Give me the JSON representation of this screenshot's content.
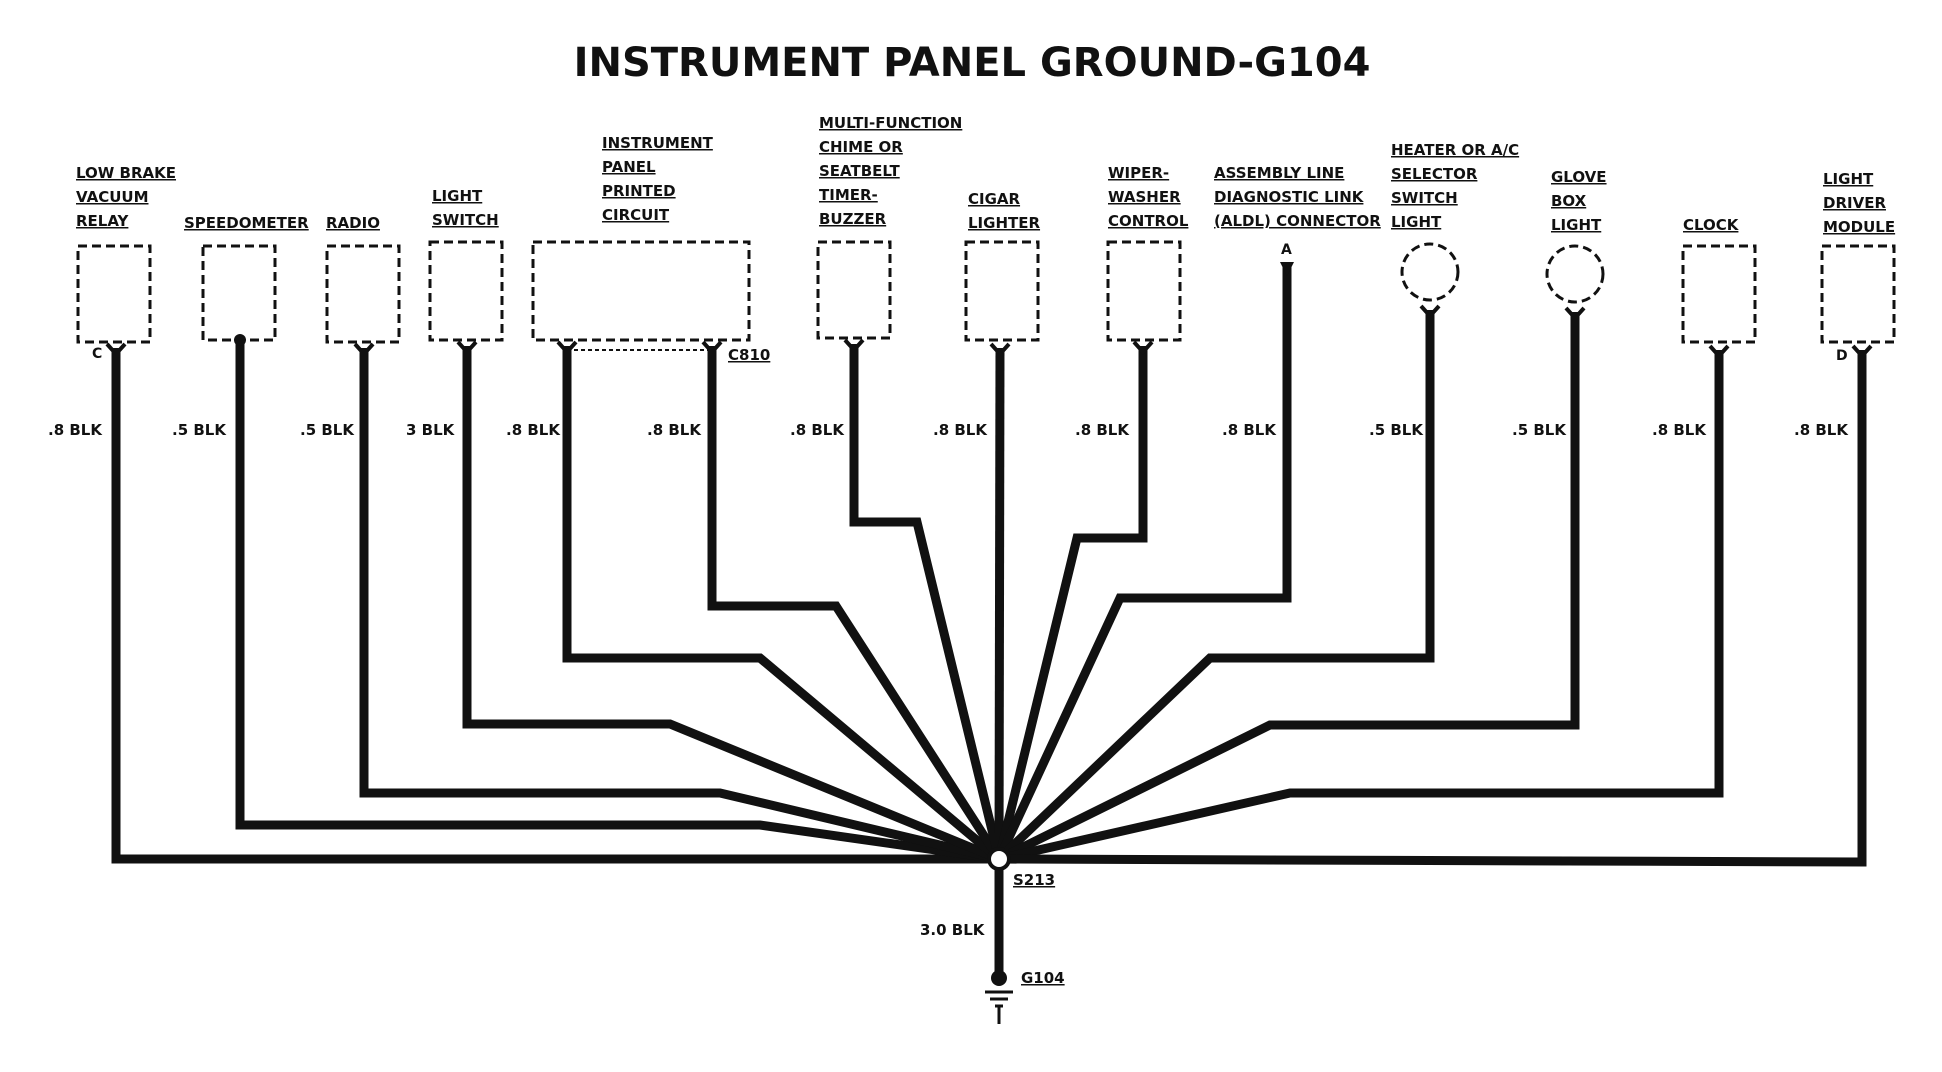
{
  "title": "INSTRUMENT PANEL GROUND-G104",
  "components": [
    {
      "id": "low-brake-vacuum-relay",
      "lines": [
        "LOW BRAKE",
        "VACUUM",
        "RELAY"
      ],
      "pin": "C",
      "wire": ".8 BLK"
    },
    {
      "id": "speedometer",
      "lines": [
        "SPEEDOMETER"
      ],
      "pin": "",
      "wire": ".5 BLK"
    },
    {
      "id": "radio",
      "lines": [
        "RADIO"
      ],
      "pin": "",
      "wire": ".5 BLK"
    },
    {
      "id": "light-switch",
      "lines": [
        "LIGHT",
        "SWITCH"
      ],
      "pin": "",
      "wire": "3 BLK"
    },
    {
      "id": "instrument-panel-printed-circuit",
      "lines": [
        "INSTRUMENT",
        "PANEL",
        "PRINTED",
        "CIRCUIT"
      ],
      "pin": "",
      "wire": ".8 BLK",
      "wire2": ".8 BLK",
      "connector": "C810"
    },
    {
      "id": "multi-function-chime",
      "lines": [
        "MULTI-FUNCTION",
        "CHIME OR",
        "SEATBELT",
        "TIMER-",
        "BUZZER"
      ],
      "pin": "",
      "wire": ".8 BLK"
    },
    {
      "id": "cigar-lighter",
      "lines": [
        "CIGAR",
        "LIGHTER"
      ],
      "pin": "",
      "wire": ".8 BLK"
    },
    {
      "id": "wiper-washer-control",
      "lines": [
        "WIPER-",
        "WASHER",
        "CONTROL"
      ],
      "pin": "",
      "wire": ".8 BLK"
    },
    {
      "id": "aldl-connector",
      "lines": [
        "ASSEMBLY LINE",
        "DIAGNOSTIC LINK",
        "(ALDL) CONNECTOR"
      ],
      "pin": "A",
      "wire": ".8 BLK"
    },
    {
      "id": "heater-selector-switch-light",
      "lines": [
        "HEATER OR A/C",
        "SELECTOR",
        "SWITCH",
        "LIGHT"
      ],
      "pin": "",
      "wire": ".5 BLK"
    },
    {
      "id": "glove-box-light",
      "lines": [
        "GLOVE",
        "BOX",
        "LIGHT"
      ],
      "pin": "",
      "wire": ".5 BLK"
    },
    {
      "id": "clock",
      "lines": [
        "CLOCK"
      ],
      "pin": "",
      "wire": ".8 BLK"
    },
    {
      "id": "light-driver-module",
      "lines": [
        "LIGHT",
        "DRIVER",
        "MODULE"
      ],
      "pin": "D",
      "wire": ".8 BLK"
    }
  ],
  "splice": "S213",
  "main_wire": "3.0 BLK",
  "ground": "G104"
}
